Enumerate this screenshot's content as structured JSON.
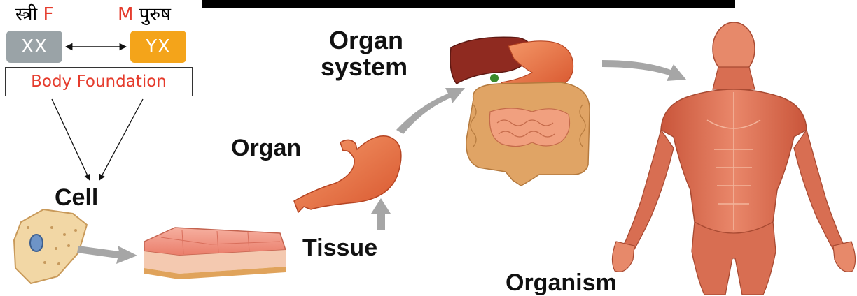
{
  "chromosomes": {
    "female_hindi": "स्त्री",
    "female_code": "F",
    "male_code": "M",
    "male_hindi": "पुरुष",
    "female_pair": "XX",
    "male_pair": "YX",
    "foundation": "Body Foundation"
  },
  "levels": {
    "cell": "Cell",
    "tissue": "Tissue",
    "organ": "Organ",
    "organ_system_line1": "Organ",
    "organ_system_line2": "system",
    "organism": "Organism"
  },
  "colors": {
    "female_chip": "#9aa3a7",
    "male_chip": "#f4a41a",
    "accent_red": "#e53b2c",
    "tissue": "#f08a78",
    "organ": "#ec7a4a",
    "muscle": "#d9694a",
    "arrow_gray": "#a6a6a6"
  }
}
